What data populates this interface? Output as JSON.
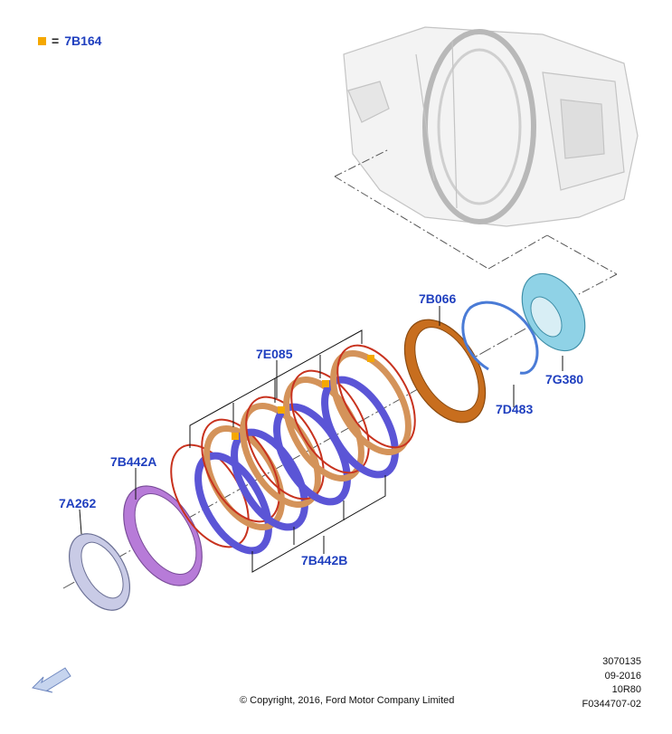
{
  "legend": {
    "symbol": "orange-square",
    "equals": "=",
    "part": "7B164"
  },
  "labels": {
    "p7A262": "7A262",
    "p7B442A": "7B442A",
    "p7E085": "7E085",
    "p7B442B": "7B442B",
    "p7B066": "7B066",
    "p7D483": "7D483",
    "p7G380": "7G380"
  },
  "reference": {
    "line1": "3070135",
    "line2": "09-2016",
    "line3": "10R80",
    "line4": "F0344707-02"
  },
  "copyright": "© Copyright, 2016, Ford Motor Company Limited",
  "colors": {
    "label_blue": "#1f3fbf",
    "friction_red": "#c8321e",
    "steel_purple": "#5b55d6",
    "bronze": "#d4935a",
    "marker_orange": "#f5a800",
    "seal_purple": "#b77bd8",
    "hub_teal": "#8fd2e6"
  }
}
